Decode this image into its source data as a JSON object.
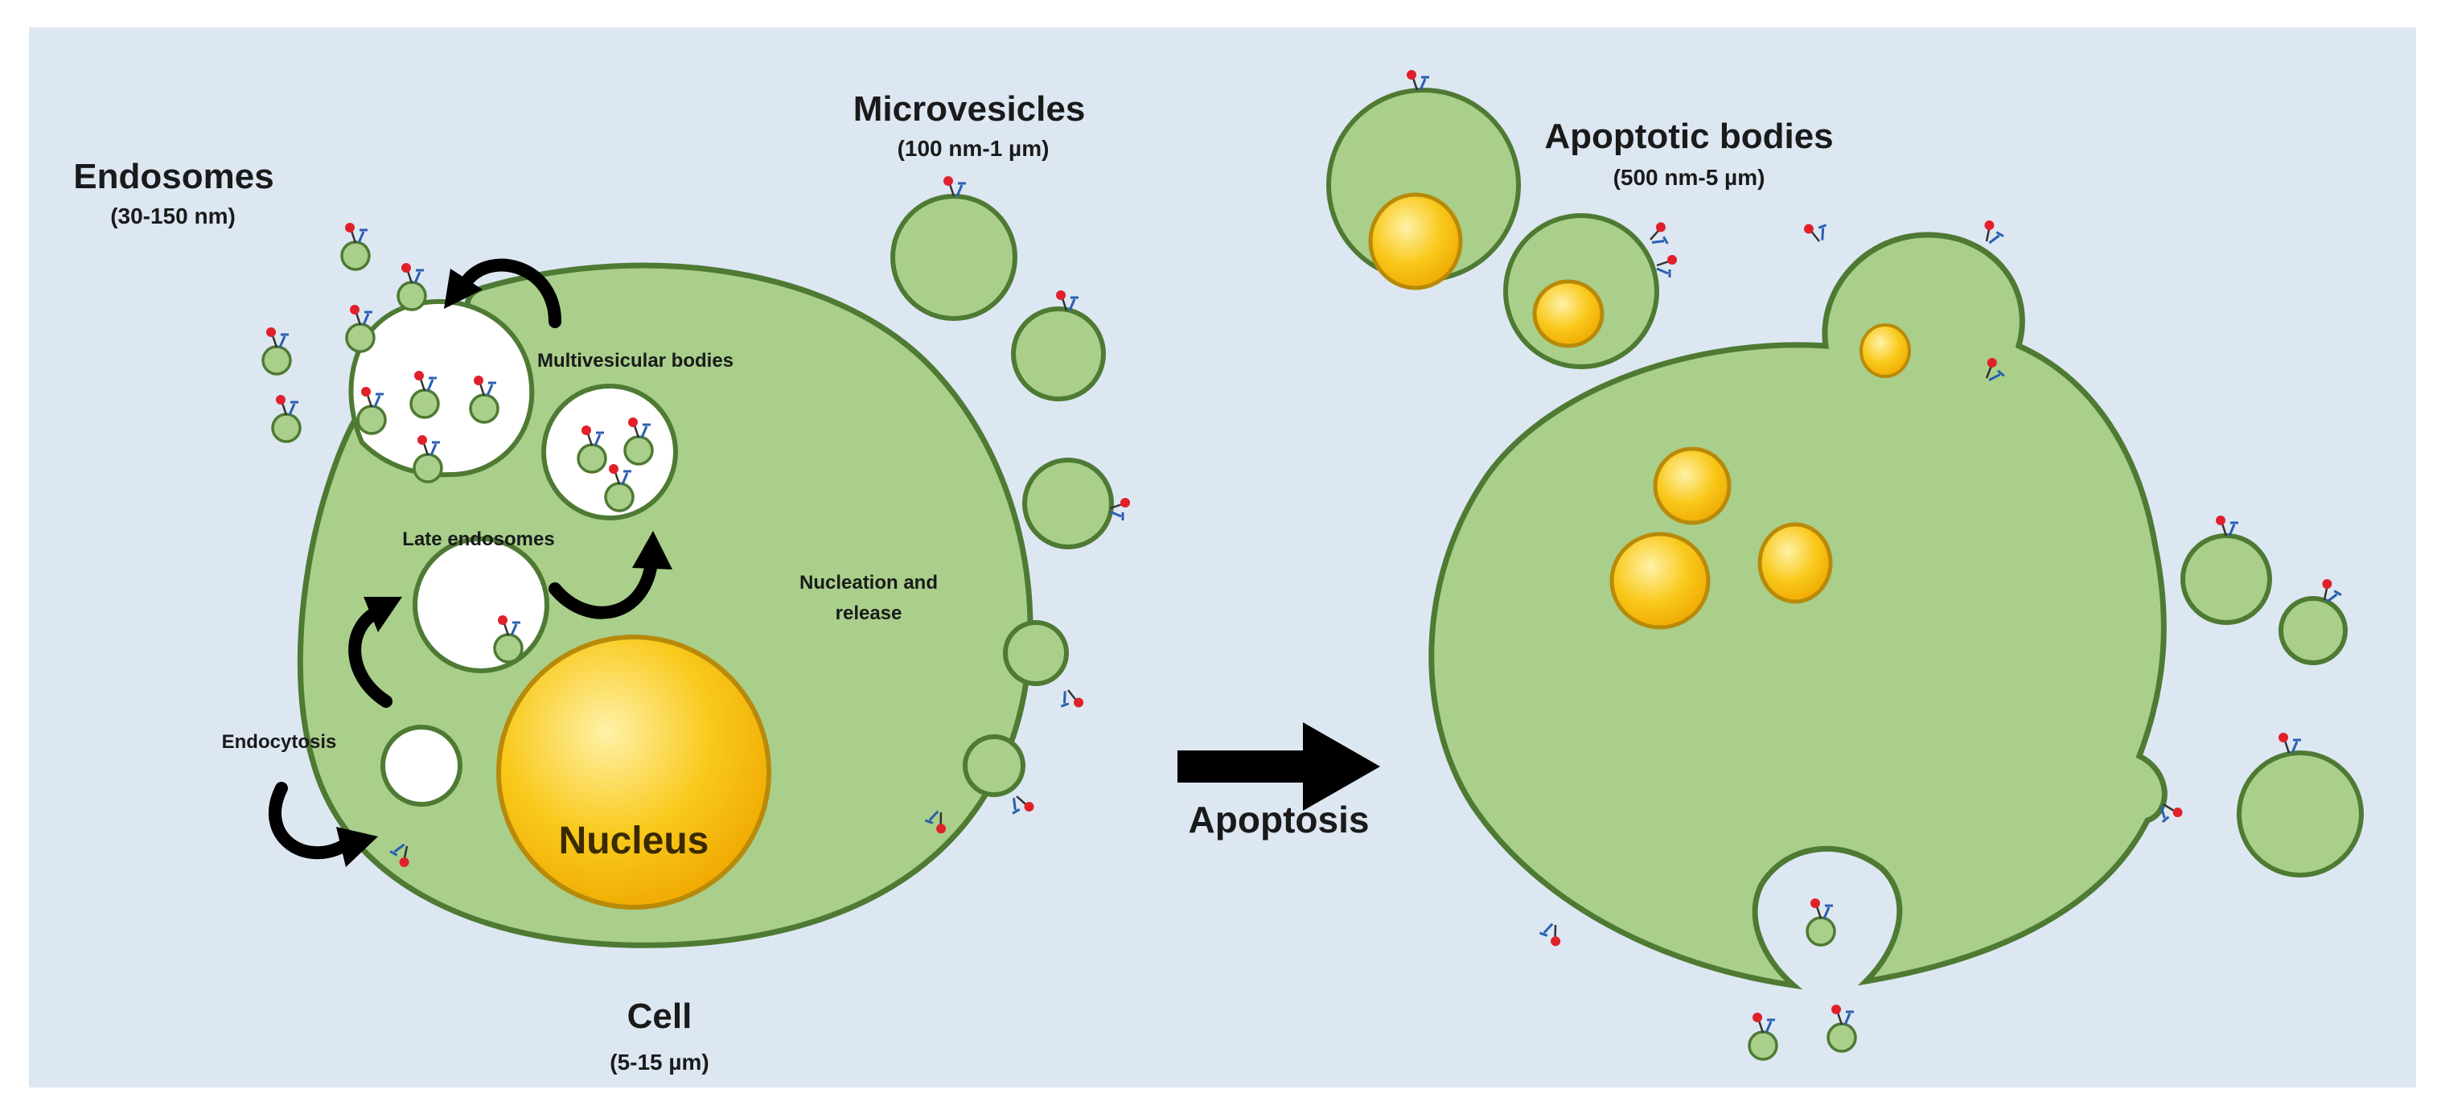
{
  "labels": {
    "endosomes": "Endosomes",
    "endosomes_size": "(30-150 nm)",
    "microvesicles": "Microvesicles",
    "microvesicles_size": "(100 nm-1 µm)",
    "multivesicular_bodies": "Multivesicular bodies",
    "late_endosomes": "Late endosomes",
    "nucleation_line1": "Nucleation and",
    "nucleation_line2": "release",
    "endocytosis": "Endocytosis",
    "nucleus": "Nucleus",
    "cell": "Cell",
    "cell_size": "(5-15 µm)",
    "apoptosis": "Apoptosis",
    "apoptotic_bodies": "Apoptotic bodies",
    "apoptotic_bodies_size": "(500 nm-5 µm)"
  },
  "colors": {
    "background": "#dde7f2",
    "cell_fill": "#a9cf8a",
    "cell_stroke": "#4e7a33",
    "nucleus_fill": "#f7c21b",
    "nucleus_stroke": "#b88a0a",
    "vesicle_interior": "#ffffff",
    "marker_red": "#e0202a",
    "marker_blue": "#2a5fb0",
    "arrow": "#000000"
  }
}
